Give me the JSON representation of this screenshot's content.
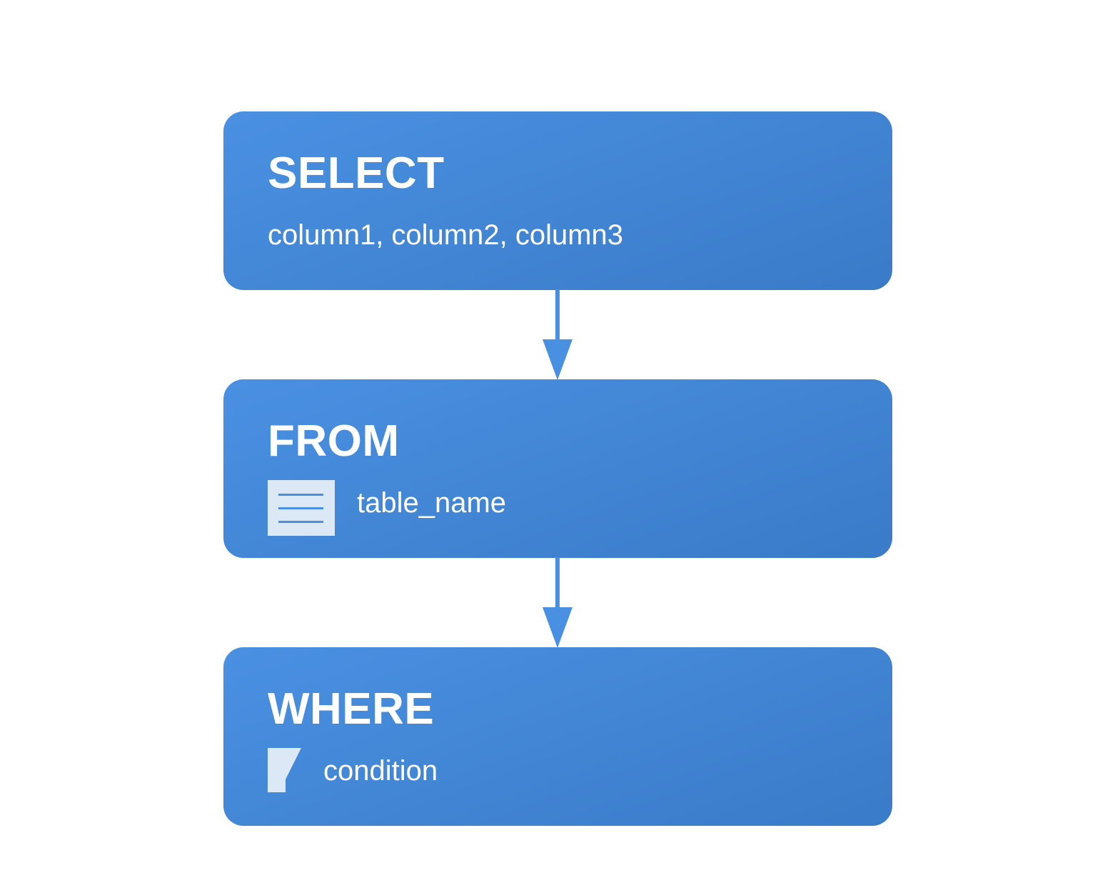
{
  "diagram": {
    "steps": [
      {
        "keyword": "SELECT",
        "detail": "column1, column2, column3",
        "icon": "none"
      },
      {
        "keyword": "FROM",
        "detail": "table_name",
        "icon": "table-icon"
      },
      {
        "keyword": "WHERE",
        "detail": "condition",
        "icon": "filter-icon"
      }
    ],
    "connectors": [
      "SELECT→FROM",
      "FROM→WHERE"
    ]
  },
  "colors": {
    "card_gradient_start": "#4a90e2",
    "card_gradient_end": "#3a7bc8",
    "arrow": "#4a90e2",
    "icon_fill": "#dce8f6",
    "text": "#ffffff",
    "background": "#ffffff"
  }
}
